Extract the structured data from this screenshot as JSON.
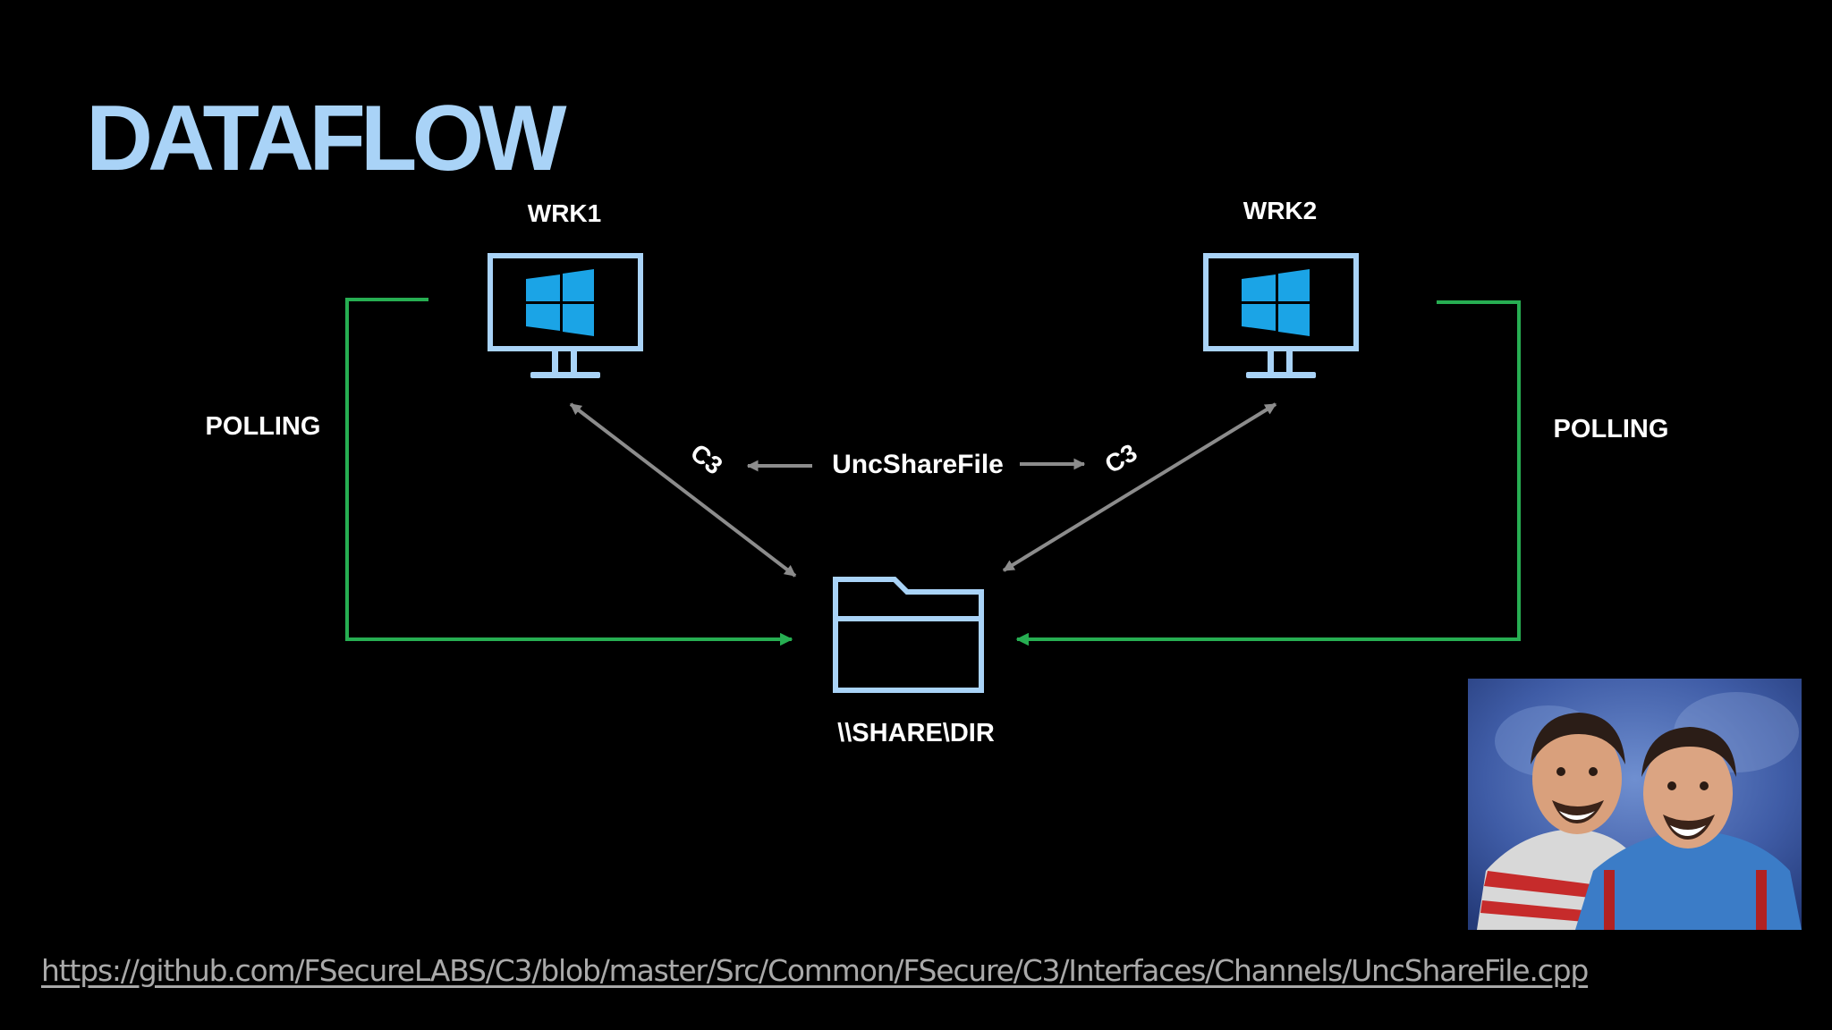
{
  "title": "DATAFLOW",
  "nodes": {
    "wrk1": {
      "label": "WRK1",
      "icon": "windows-monitor-icon"
    },
    "wrk2": {
      "label": "WRK2",
      "icon": "windows-monitor-icon"
    },
    "share": {
      "label": "\\\\SHARE\\DIR",
      "icon": "folder-icon"
    }
  },
  "edges": {
    "polling_left": {
      "label": "POLLING"
    },
    "polling_right": {
      "label": "POLLING"
    },
    "c3_left": {
      "label": "C3"
    },
    "c3_right": {
      "label": "C3"
    },
    "channel": {
      "label": "UncShareFile"
    }
  },
  "link": {
    "text": "https://github.com/FSecureLABS/C3/blob/master/Src/Common/FSecure/C3/Interfaces/Channels/UncShareFile.cpp"
  },
  "colors": {
    "background": "#000000",
    "title": "#a9d3f7",
    "outline": "#a9d3f7",
    "windows_logo": "#1ba4e6",
    "polling_arrow": "#27ae52",
    "c3_arrow": "#8c8c8c",
    "text": "#ffffff",
    "link": "#a9a9a9"
  }
}
